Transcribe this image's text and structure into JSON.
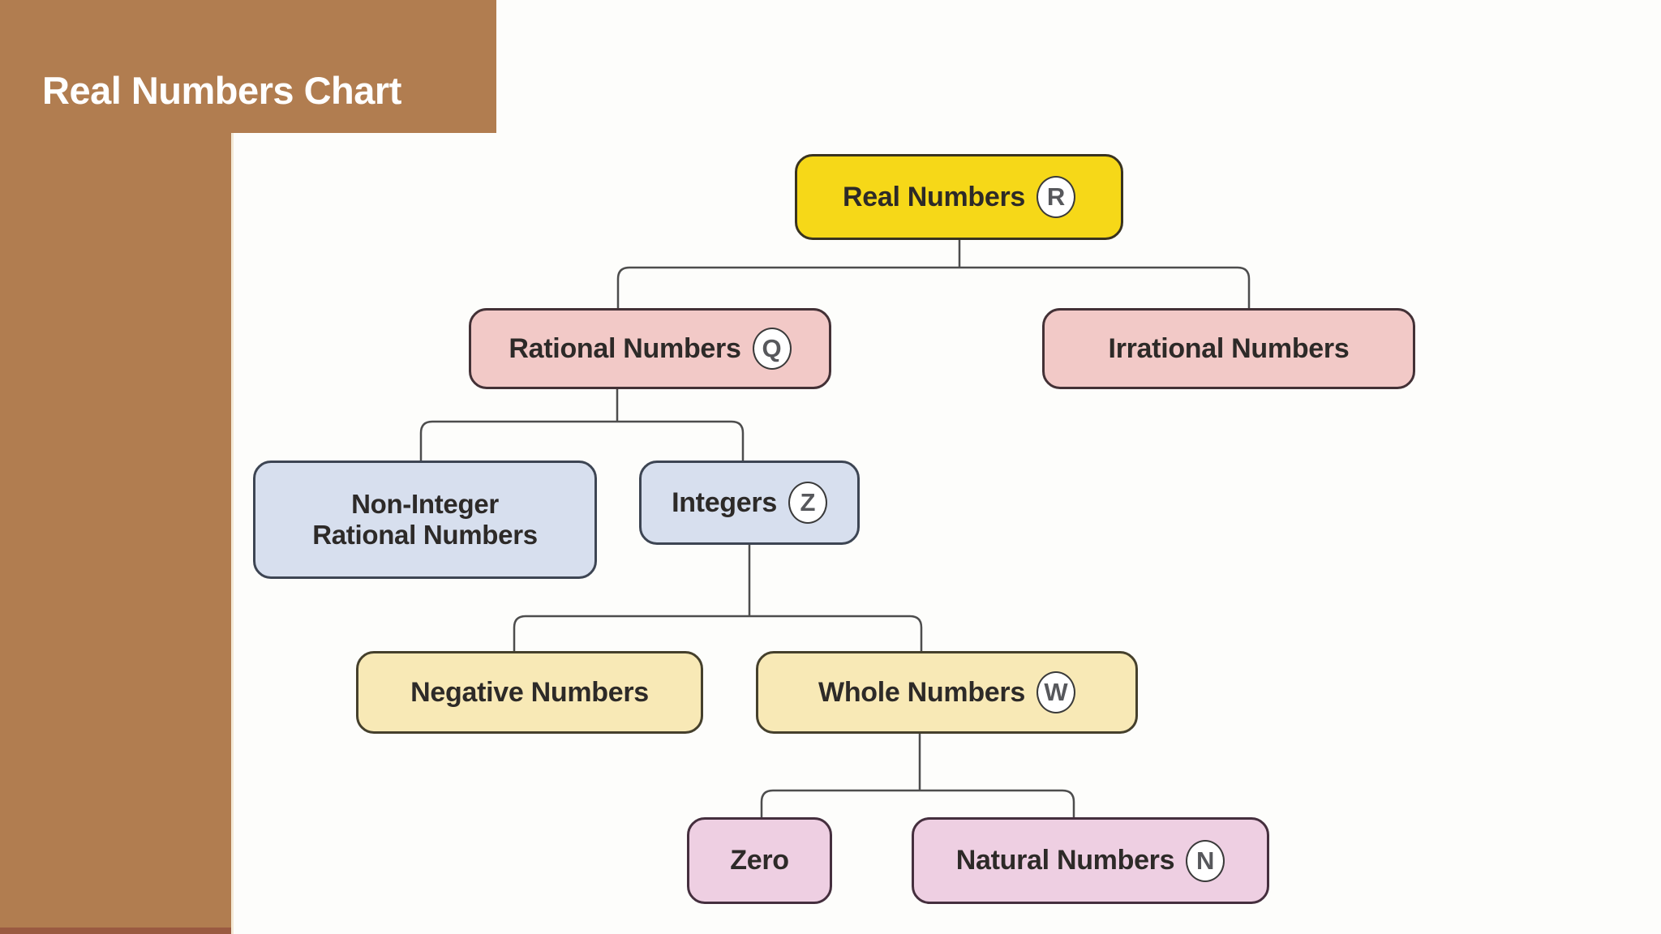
{
  "title": "Real Numbers Chart",
  "nodes": {
    "real": {
      "label": "Real Numbers",
      "symbol": "R"
    },
    "rational": {
      "label": "Rational Numbers",
      "symbol": "Q"
    },
    "irrational": {
      "label": "Irrational Numbers"
    },
    "non_integer": {
      "label_line1": "Non-Integer",
      "label_line2": "Rational Numbers"
    },
    "integers": {
      "label": "Integers",
      "symbol": "Z"
    },
    "negative": {
      "label": "Negative Numbers"
    },
    "whole": {
      "label": "Whole Numbers",
      "symbol": "W"
    },
    "zero": {
      "label": "Zero"
    },
    "natural": {
      "label": "Natural Numbers",
      "symbol": "N"
    }
  },
  "hierarchy": {
    "Real Numbers": [
      "Rational Numbers",
      "Irrational Numbers"
    ],
    "Rational Numbers": [
      "Non-Integer Rational Numbers",
      "Integers"
    ],
    "Integers": [
      "Negative Numbers",
      "Whole Numbers"
    ],
    "Whole Numbers": [
      "Zero",
      "Natural Numbers"
    ]
  },
  "palette": {
    "sidebar_brown": "#b17d50",
    "bottom_accent": "#9a5a41",
    "background": "#fdfdfb",
    "title_text": "#ffffff",
    "real_numbers_fill": "#f6d818",
    "rational_fill": "#f2c9c7",
    "integer_fill": "#d7dfee",
    "negative_whole_fill": "#f8e9b6",
    "zero_natural_fill": "#eecfe2",
    "connector_stroke": "#4d4d4d",
    "box_text": "#2d2a28",
    "badge_letter": "#57585c"
  }
}
